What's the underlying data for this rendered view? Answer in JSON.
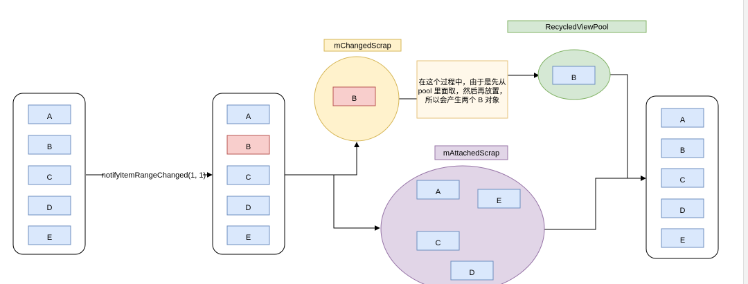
{
  "diagram": {
    "list_left": {
      "items": [
        "A",
        "B",
        "C",
        "D",
        "E"
      ]
    },
    "list_middle": {
      "items": [
        "A",
        "B",
        "C",
        "D",
        "E"
      ],
      "highlighted_index": 1
    },
    "list_right": {
      "items": [
        "A",
        "B",
        "C",
        "D",
        "E"
      ]
    },
    "edge_label": "notifyItemRangeChanged(1, 1)",
    "changed_scrap": {
      "title": "mChangedScrap",
      "item": "B"
    },
    "attached_scrap": {
      "title": "mAttachedScrap",
      "items": [
        "A",
        "E",
        "C",
        "D"
      ]
    },
    "recycled_pool": {
      "title": "RecycledViewPool",
      "item": "B"
    },
    "note": {
      "lines": [
        "在这个过程中，由于是先从",
        "pool 里面取，然后再放置，",
        "所以会产生两个 B 对象"
      ]
    },
    "colors": {
      "item_fill": "#dae8fc",
      "item_stroke": "#6c8ebf",
      "highlight_fill": "#f8cecc",
      "highlight_stroke": "#b85450",
      "changed_fill": "#fff2cc",
      "changed_stroke": "#d6b656",
      "attached_fill": "#e1d5e7",
      "attached_stroke": "#9673a6",
      "pool_fill": "#d5e8d4",
      "pool_stroke": "#82b366",
      "note_fill": "#fff8ea",
      "note_stroke": "#e6c27a"
    }
  }
}
